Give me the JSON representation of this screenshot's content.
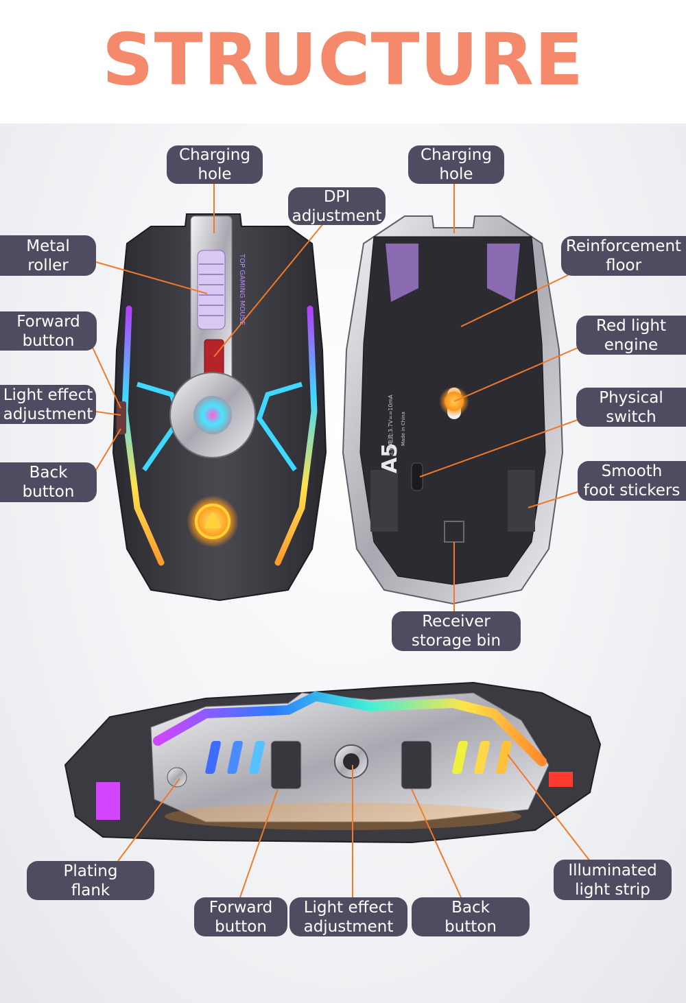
{
  "title": "STRUCTURE",
  "colors": {
    "title": "#f4896b",
    "label_bg": "#504b60",
    "label_text": "#ffffff",
    "leader_line": "#f07a2a"
  },
  "labels": {
    "top_charging_hole": [
      "Charging",
      "hole"
    ],
    "top_dpi": [
      "DPI",
      "adjustment"
    ],
    "top_metal_roller": [
      "Metal",
      "roller"
    ],
    "top_forward_button": [
      "Forward",
      "button"
    ],
    "top_light_effect": [
      "Light effect",
      "adjustment"
    ],
    "top_back_button": [
      "Back",
      "button"
    ],
    "bottom_charging_hole": [
      "Charging",
      "hole"
    ],
    "bottom_reinforcement": [
      "Reinforcement",
      "floor"
    ],
    "bottom_red_light": [
      "Red light",
      "engine"
    ],
    "bottom_physical_switch": [
      "Physical",
      "switch"
    ],
    "bottom_foot_stickers": [
      "Smooth",
      "foot stickers"
    ],
    "bottom_receiver_bin": [
      "Receiver",
      "storage bin"
    ],
    "side_plating_flank": [
      "Plating",
      "flank"
    ],
    "side_forward_button": [
      "Forward",
      "button"
    ],
    "side_light_effect": [
      "Light effect",
      "adjustment"
    ],
    "side_back_button": [
      "Back",
      "button"
    ],
    "side_light_strip": [
      "Illuminated",
      "light strip"
    ]
  },
  "mouse_print": {
    "model": "A5",
    "spec_line": "工作电流:3.7V==10mA",
    "origin": "Made in China",
    "side_text": "TOP GAMING MOUSE"
  }
}
